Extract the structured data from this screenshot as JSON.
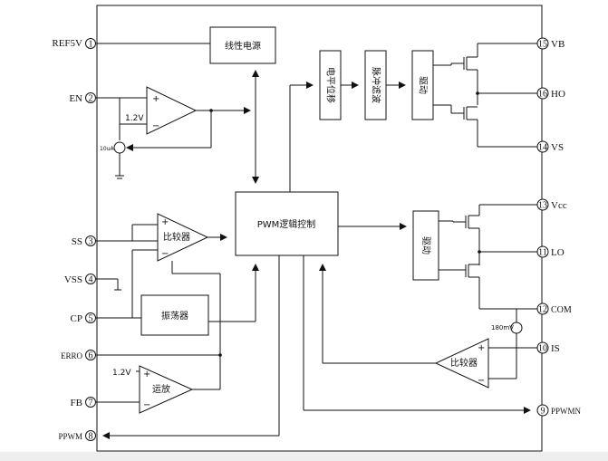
{
  "pins_left": [
    {
      "num": "1",
      "label": "REF5V"
    },
    {
      "num": "2",
      "label": "EN"
    },
    {
      "num": "3",
      "label": "SS"
    },
    {
      "num": "4",
      "label": "VSS"
    },
    {
      "num": "5",
      "label": "CP"
    },
    {
      "num": "6",
      "label": "ERRO"
    },
    {
      "num": "7",
      "label": "FB"
    },
    {
      "num": "8",
      "label": "PPWM"
    }
  ],
  "pins_right": [
    {
      "num": "15",
      "label": "VB"
    },
    {
      "num": "16",
      "label": "HO"
    },
    {
      "num": "14",
      "label": "VS"
    },
    {
      "num": "13",
      "label": "Vcc"
    },
    {
      "num": "11",
      "label": "LO"
    },
    {
      "num": "12",
      "label": "COM"
    },
    {
      "num": "10",
      "label": "IS"
    },
    {
      "num": "9",
      "label": "PPWMN"
    }
  ],
  "blocks": {
    "linear_supply": "线性电源",
    "pwm_logic": "PWM逻辑控制",
    "oscillator": "振荡器",
    "level_shift": "电平位移",
    "pulse_filter": "脉冲滤波",
    "driver_high": "驱动",
    "driver_low": "驱动",
    "comparator_ss": "比较器",
    "comparator_is": "比较器",
    "op_amp": "运放"
  },
  "annotations": {
    "en_ref": "1.2V",
    "fb_ref": "1.2V",
    "current_source": "10uA",
    "is_ref": "180mV"
  },
  "signs": {
    "plus": "+",
    "minus": "−"
  }
}
